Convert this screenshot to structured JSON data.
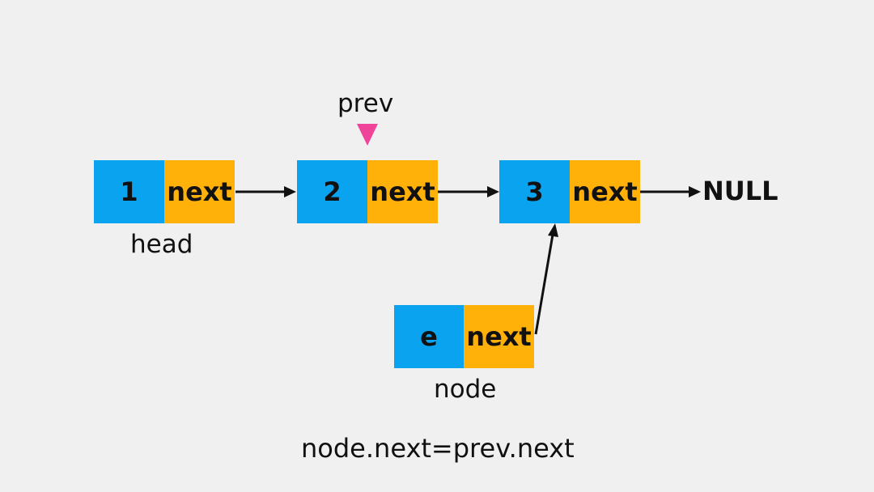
{
  "nodes": [
    {
      "value": "1",
      "next": "next"
    },
    {
      "value": "2",
      "next": "next"
    },
    {
      "value": "3",
      "next": "next"
    }
  ],
  "null_label": "NULL",
  "head_label": "head",
  "prev_label": "prev",
  "new_node": {
    "value": "e",
    "next": "next"
  },
  "node_label": "node",
  "caption": "node.next=prev.next",
  "colors": {
    "value_cell": "#0aa3f0",
    "next_cell": "#ffb10a",
    "prev_marker": "#f0449a",
    "background": "#f0f0f0"
  }
}
